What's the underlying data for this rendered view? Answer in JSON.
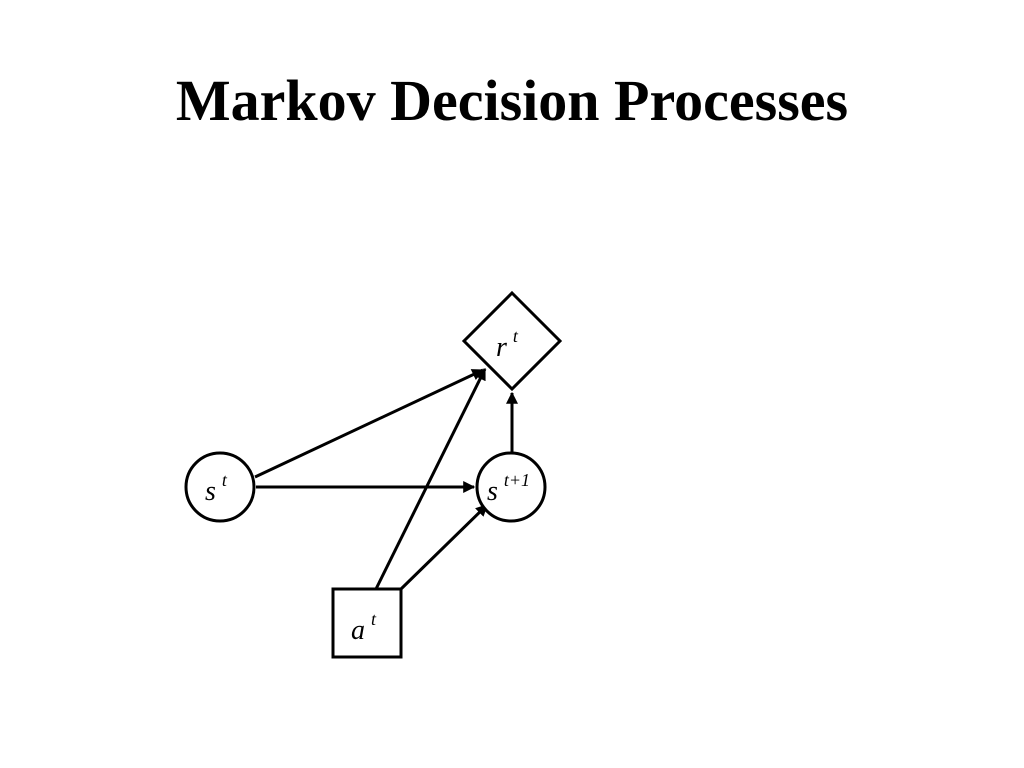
{
  "title": "Markov Decision Processes",
  "colors": {
    "background": "#ffffff",
    "ink": "#000000"
  },
  "nodes": {
    "state_t": {
      "shape": "circle",
      "base": "s",
      "sup": "t"
    },
    "state_t1": {
      "shape": "circle",
      "base": "s",
      "sup": "t+1"
    },
    "reward_t": {
      "shape": "diamond",
      "base": "r",
      "sup": "t"
    },
    "action_t": {
      "shape": "square",
      "base": "a",
      "sup": "t"
    }
  },
  "edges": [
    {
      "from": "state_t",
      "to": "reward_t"
    },
    {
      "from": "state_t",
      "to": "state_t1"
    },
    {
      "from": "action_t",
      "to": "reward_t"
    },
    {
      "from": "action_t",
      "to": "state_t1"
    },
    {
      "from": "state_t1",
      "to": "reward_t"
    }
  ]
}
